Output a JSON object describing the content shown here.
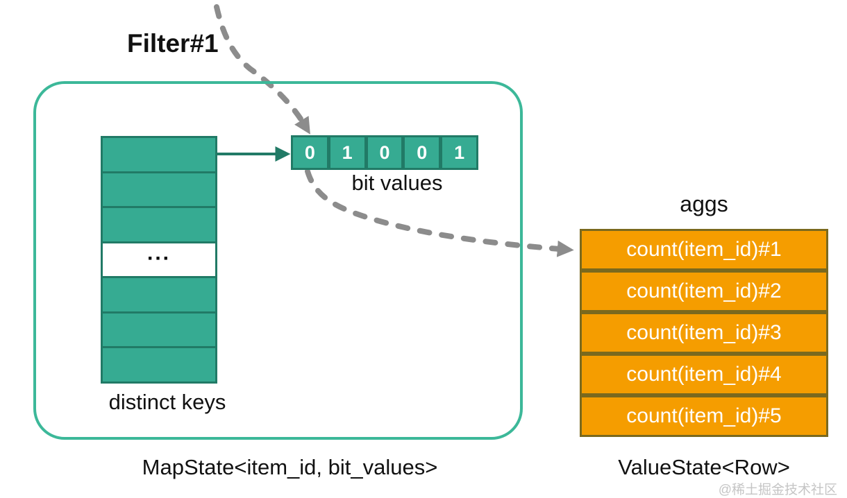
{
  "labels": {
    "filter": "Filter#1",
    "bit_values": "bit values",
    "distinct_keys": "distinct keys",
    "map_state": "MapState<item_id, bit_values>",
    "aggs": "aggs",
    "value_state": "ValueState<Row>",
    "ellipsis": "...",
    "watermark": "@稀土掘金技术社区"
  },
  "bit_cells": [
    "0",
    "1",
    "0",
    "0",
    "1"
  ],
  "distinct_key_rows": [
    "",
    "",
    "",
    "...",
    "",
    "",
    ""
  ],
  "agg_rows": [
    "count(item_id)#1",
    "count(item_id)#2",
    "count(item_id)#3",
    "count(item_id)#4",
    "count(item_id)#5"
  ],
  "colors": {
    "teal_fill": "#36AB92",
    "teal_border": "#217A66",
    "outline_teal": "#3CB899",
    "orange_fill": "#F59D00",
    "orange_border": "#7A691E",
    "arrow_gray": "#8C8C8C",
    "text_black": "#111111",
    "watermark_gray": "#C5C5C5"
  }
}
